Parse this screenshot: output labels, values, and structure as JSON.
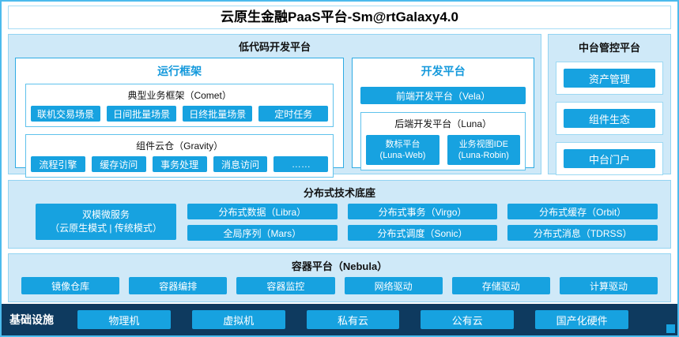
{
  "title": "云原生金融PaaS平台-Sm@rtGalaxy4.0",
  "lowcode": {
    "title": "低代码开发平台",
    "runtime": {
      "title": "运行框架",
      "comet": {
        "title": "典型业务框架（Comet）",
        "items": [
          "联机交易场景",
          "日间批量场景",
          "日终批量场景",
          "定时任务"
        ]
      },
      "gravity": {
        "title": "组件云仓（Gravity）",
        "items": [
          "流程引擎",
          "缓存访问",
          "事务处理",
          "消息访问",
          "……"
        ]
      }
    },
    "dev": {
      "title": "开发平台",
      "vela": "前端开发平台（Vela）",
      "luna": {
        "title": "后端开发平台（Luna）",
        "items": [
          {
            "line1": "数标平台",
            "line2": "(Luna-Web)"
          },
          {
            "line1": "业务视图IDE",
            "line2": "(Luna-Robin)"
          }
        ]
      }
    }
  },
  "midplatform": {
    "title": "中台管控平台",
    "items": [
      "资产管理",
      "组件生态",
      "中台门户"
    ]
  },
  "distributed": {
    "title": "分布式技术底座",
    "dual": {
      "line1": "双模微服务",
      "line2": "（云原生模式 | 传统模式）"
    },
    "row1": [
      "分布式数据（Libra）",
      "分布式事务（Virgo）",
      "分布式缓存（Orbit）"
    ],
    "row2": [
      "全局序列（Mars）",
      "分布式调度（Sonic）",
      "分布式消息（TDRSS）"
    ]
  },
  "container": {
    "title": "容器平台（Nebula）",
    "items": [
      "镜像仓库",
      "容器编排",
      "容器监控",
      "网络驱动",
      "存储驱动",
      "计算驱动"
    ]
  },
  "infra": {
    "title": "基础设施",
    "items": [
      "物理机",
      "虚拟机",
      "私有云",
      "公有云",
      "国产化硬件"
    ]
  },
  "colors": {
    "accent": "#17a2e0",
    "panel": "#cfe9f8",
    "dark": "#0e3a5f"
  }
}
